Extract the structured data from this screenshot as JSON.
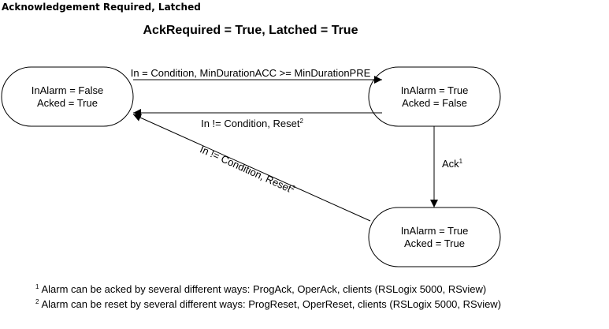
{
  "heading": "Acknowledgement Required, Latched",
  "diagram": {
    "title": "AckRequired = True, Latched = True",
    "states": {
      "normal": {
        "line1": "InAlarm = False",
        "line2": "Acked = True"
      },
      "unacked": {
        "line1": "InAlarm = True",
        "line2": "Acked = False"
      },
      "acked": {
        "line1": "InAlarm = True",
        "line2": "Acked = True"
      }
    },
    "transitions": {
      "to_alarm": "In = Condition, MinDurationACC >= MinDurationPRE",
      "reset_from_unacked": {
        "text": "In != Condition, Reset",
        "sup": "2"
      },
      "ack": {
        "text": "Ack",
        "sup": "1"
      },
      "reset_from_acked": {
        "text": "In != Condition, Reset",
        "sup": "2"
      }
    },
    "footnotes": [
      {
        "mark": "1",
        "text": "Alarm can be acked by several different ways: ProgAck, OperAck, clients (RSLogix 5000, RSview)"
      },
      {
        "mark": "2",
        "text": "Alarm can be reset by several different ways: ProgReset, OperReset, clients (RSLogix 5000, RSview)"
      }
    ]
  }
}
